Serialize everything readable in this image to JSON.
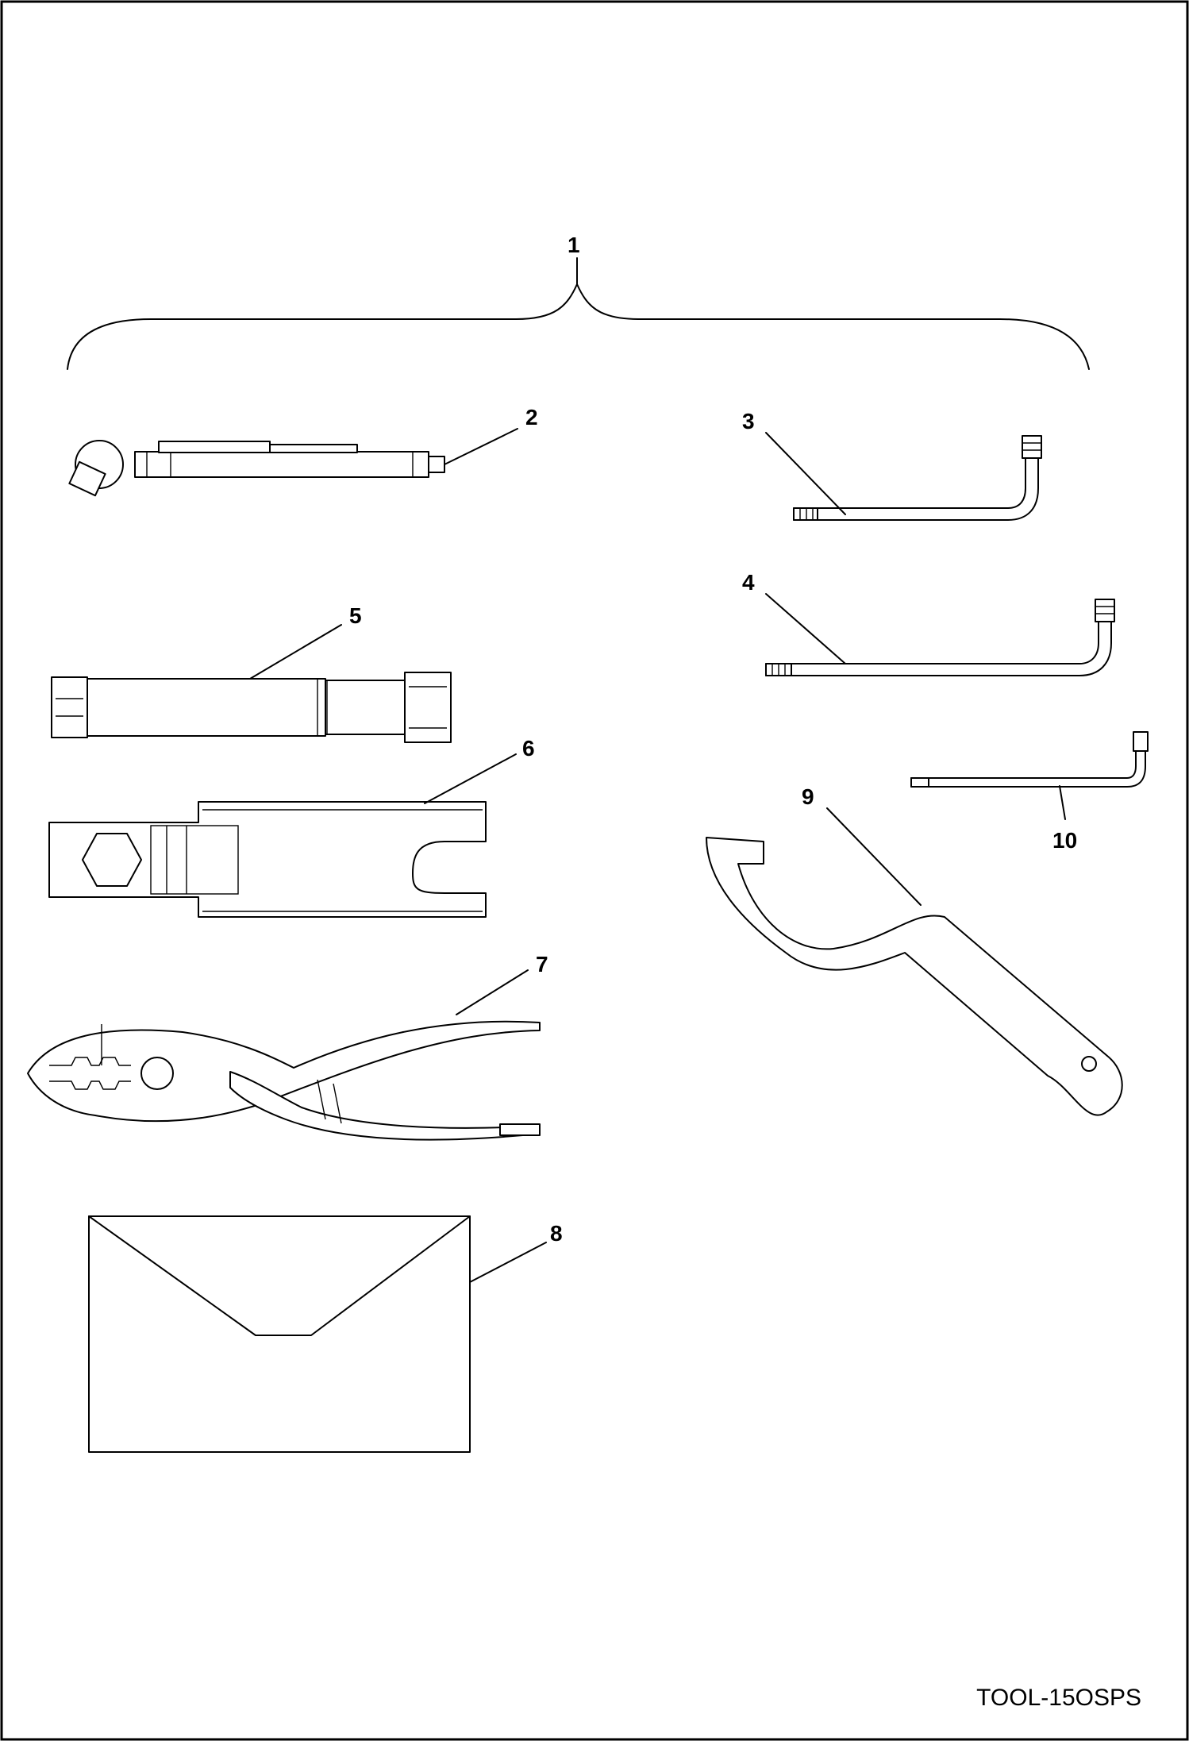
{
  "diagram": {
    "drawing_code": "TOOL-15OSPS",
    "callouts": [
      "1",
      "2",
      "3",
      "4",
      "5",
      "6",
      "7",
      "8",
      "9",
      "10"
    ]
  }
}
